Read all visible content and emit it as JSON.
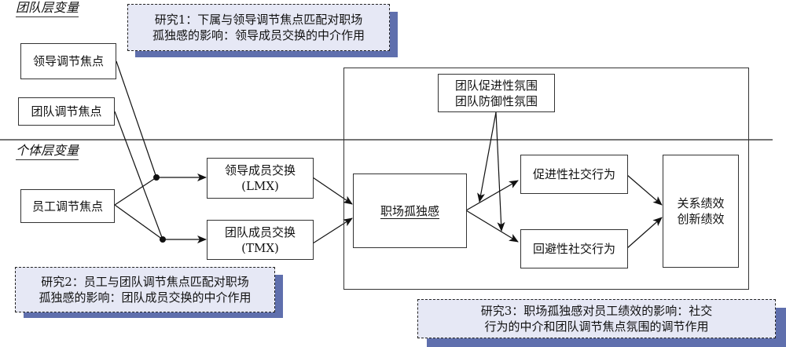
{
  "levels": {
    "team": "团队层变量",
    "individual": "个体层变量"
  },
  "studies": [
    {
      "line1": "研究1：下属与领导调节焦点匹配对职场",
      "line2": "孤独感的影响：领导成员交换的中介作用"
    },
    {
      "line1": "研究2：员工与团队调节焦点匹配对职场",
      "line2": "孤独感的影响：团队成员交换的中介作用"
    },
    {
      "line1": "研究3：职场孤独感对员工绩效的影响：社交",
      "line2": "行为的中介和团队调节焦点氛围的调节作用"
    }
  ],
  "nodes": {
    "leader_focus": "领导调节焦点",
    "team_focus": "团队调节焦点",
    "employee_focus": "员工调节焦点",
    "lmx": {
      "line1": "领导成员交换",
      "line2": "(LMX)"
    },
    "tmx": {
      "line1": "团队成员交换",
      "line2": "(TMX)"
    },
    "climate": {
      "line1": "团队促进性氛围",
      "line2": "团队防御性氛围"
    },
    "loneliness": "职场孤独感",
    "promotive_social": "促进性社交行为",
    "avoidant_social": "回避性社交行为",
    "performance": {
      "line1": "关系绩效",
      "line2": "创新绩效"
    }
  },
  "colors": {
    "study_fill": "#e6e8f5",
    "study_shadow": "#5f6fad",
    "line": "#111111"
  }
}
